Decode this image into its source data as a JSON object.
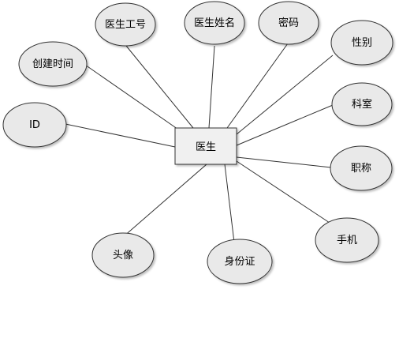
{
  "entity": {
    "label": "医生"
  },
  "attributes": [
    {
      "id": "doctor-no",
      "label": "医生工号"
    },
    {
      "id": "doctor-name",
      "label": "医生姓名"
    },
    {
      "id": "password",
      "label": "密码"
    },
    {
      "id": "created-at",
      "label": "创建时间"
    },
    {
      "id": "gender",
      "label": "性别"
    },
    {
      "id": "id",
      "label": "ID"
    },
    {
      "id": "department",
      "label": "科室"
    },
    {
      "id": "title",
      "label": "职称"
    },
    {
      "id": "avatar",
      "label": "头像"
    },
    {
      "id": "id-card",
      "label": "身份证"
    },
    {
      "id": "phone",
      "label": "手机"
    }
  ],
  "colors": {
    "ellipse_fill": "#e9e9e9",
    "entity_fill": "#f0f0f0",
    "stroke": "#333333"
  }
}
